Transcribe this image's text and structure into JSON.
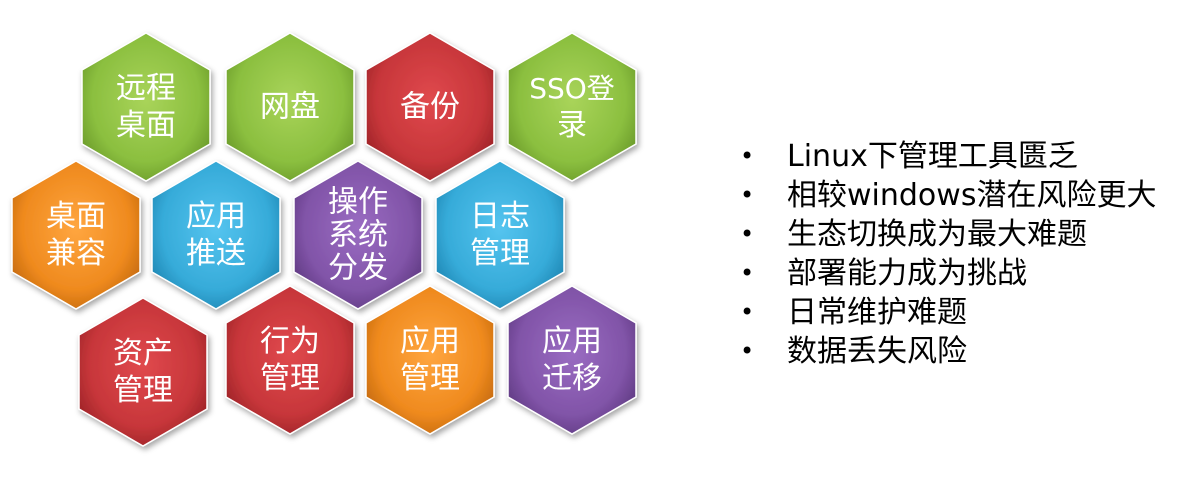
{
  "hexagons": [
    {
      "lines": [
        "远程",
        "桌面"
      ],
      "color": "green"
    },
    {
      "lines": [
        "网盘"
      ],
      "color": "green"
    },
    {
      "lines": [
        "备份"
      ],
      "color": "red"
    },
    {
      "lines": [
        "SSO登",
        "录"
      ],
      "color": "green"
    },
    {
      "lines": [
        "桌面",
        "兼容"
      ],
      "color": "orange"
    },
    {
      "lines": [
        "应用",
        "推送"
      ],
      "color": "blue"
    },
    {
      "lines": [
        "操作",
        "系统",
        "分发"
      ],
      "color": "purple"
    },
    {
      "lines": [
        "日志",
        "管理"
      ],
      "color": "blue"
    },
    {
      "lines": [
        "资产",
        "管理"
      ],
      "color": "red"
    },
    {
      "lines": [
        "行为",
        "管理"
      ],
      "color": "red"
    },
    {
      "lines": [
        "应用",
        "管理"
      ],
      "color": "orange"
    },
    {
      "lines": [
        "应用",
        "迁移"
      ],
      "color": "purple"
    }
  ],
  "colors": {
    "green": "#8bbf3f",
    "red": "#c7363a",
    "orange": "#ef8a1e",
    "blue": "#36abd9",
    "purple": "#8154a8"
  },
  "bullets": [
    "Linux下管理工具匮乏",
    "相较windows潜在风险更大",
    "生态切换成为最大难题",
    "部署能力成为挑战",
    "日常维护难题",
    "数据丢失风险"
  ]
}
